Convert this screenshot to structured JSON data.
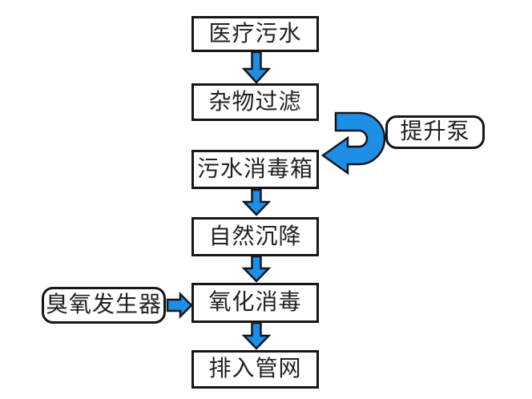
{
  "page": {
    "background": "#FFFFFF"
  },
  "diagram": {
    "type": "flowchart",
    "direction": "top-down",
    "nodes": [
      {
        "label": "医疗污水",
        "shape": "rectangle"
      },
      {
        "label": "杂物过滤",
        "shape": "rectangle"
      },
      {
        "label": "污水消毒箱",
        "shape": "rectangle"
      },
      {
        "label": "自然沉降",
        "shape": "rectangle"
      },
      {
        "label": "氧化消毒",
        "shape": "rectangle"
      },
      {
        "label": "排入管网",
        "shape": "rectangle"
      },
      {
        "label": "提升泵",
        "shape": "rounded"
      },
      {
        "label": "臭氧发生器",
        "shape": "rounded"
      }
    ],
    "edges": [
      {
        "from": "医疗污水",
        "to": "杂物过滤",
        "arrow": "block-down"
      },
      {
        "from": "杂物过滤",
        "to": "污水消毒箱",
        "arrow": "u-turn",
        "via": "提升泵"
      },
      {
        "from": "污水消毒箱",
        "to": "自然沉降",
        "arrow": "block-down"
      },
      {
        "from": "自然沉降",
        "to": "氧化消毒",
        "arrow": "block-down"
      },
      {
        "from": "臭氧发生器",
        "to": "氧化消毒",
        "arrow": "block-right"
      },
      {
        "from": "氧化消毒",
        "to": "排入管网",
        "arrow": "block-down"
      }
    ],
    "colors": {
      "arrow_fill": "#1E8FE6",
      "arrow_outline": "#15151C",
      "box_border": "#161616",
      "box_fill": "#FFFFFF",
      "text": "#1F1F1F",
      "background": "#FFFFFF"
    }
  }
}
